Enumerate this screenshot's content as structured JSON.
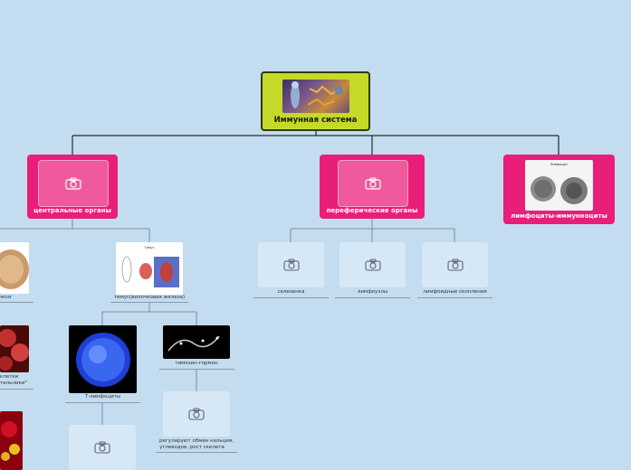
{
  "root": {
    "label": "Иммунная система"
  },
  "branches": {
    "central": {
      "label": "центральные органы"
    },
    "peripheral": {
      "label": "переферические органы"
    },
    "lymphocytes": {
      "label": "лимфоциты-иммунноциты",
      "image_caption": "Лимфоцит"
    }
  },
  "central_children": {
    "marrow": {
      "label": "мозг"
    },
    "thymus": {
      "label": "тимус(вилочковая железа)",
      "image_caption": "Тимус"
    },
    "cells": {
      "label_line1": "клетки",
      "label_line2": "тельники\""
    }
  },
  "thymus_children": {
    "t_cells": {
      "label": "Т-лимфоциты"
    },
    "thymosin": {
      "label": "тимозин-гормон"
    },
    "regulates": {
      "label_line1": "регулируют обмен кальция,",
      "label_line2": "углеводов, рост скелета"
    }
  },
  "peripheral_children": [
    {
      "label": "селезенка"
    },
    {
      "label": "лимфоузлы"
    },
    {
      "label": "лимфоидные скопления"
    }
  ],
  "colors": {
    "background": "#c3dcef",
    "root_fill": "#c5d928",
    "branch_fill": "#e91e78",
    "leaf_fill": "#d6e8f6",
    "connector": "#2a2a2a"
  }
}
